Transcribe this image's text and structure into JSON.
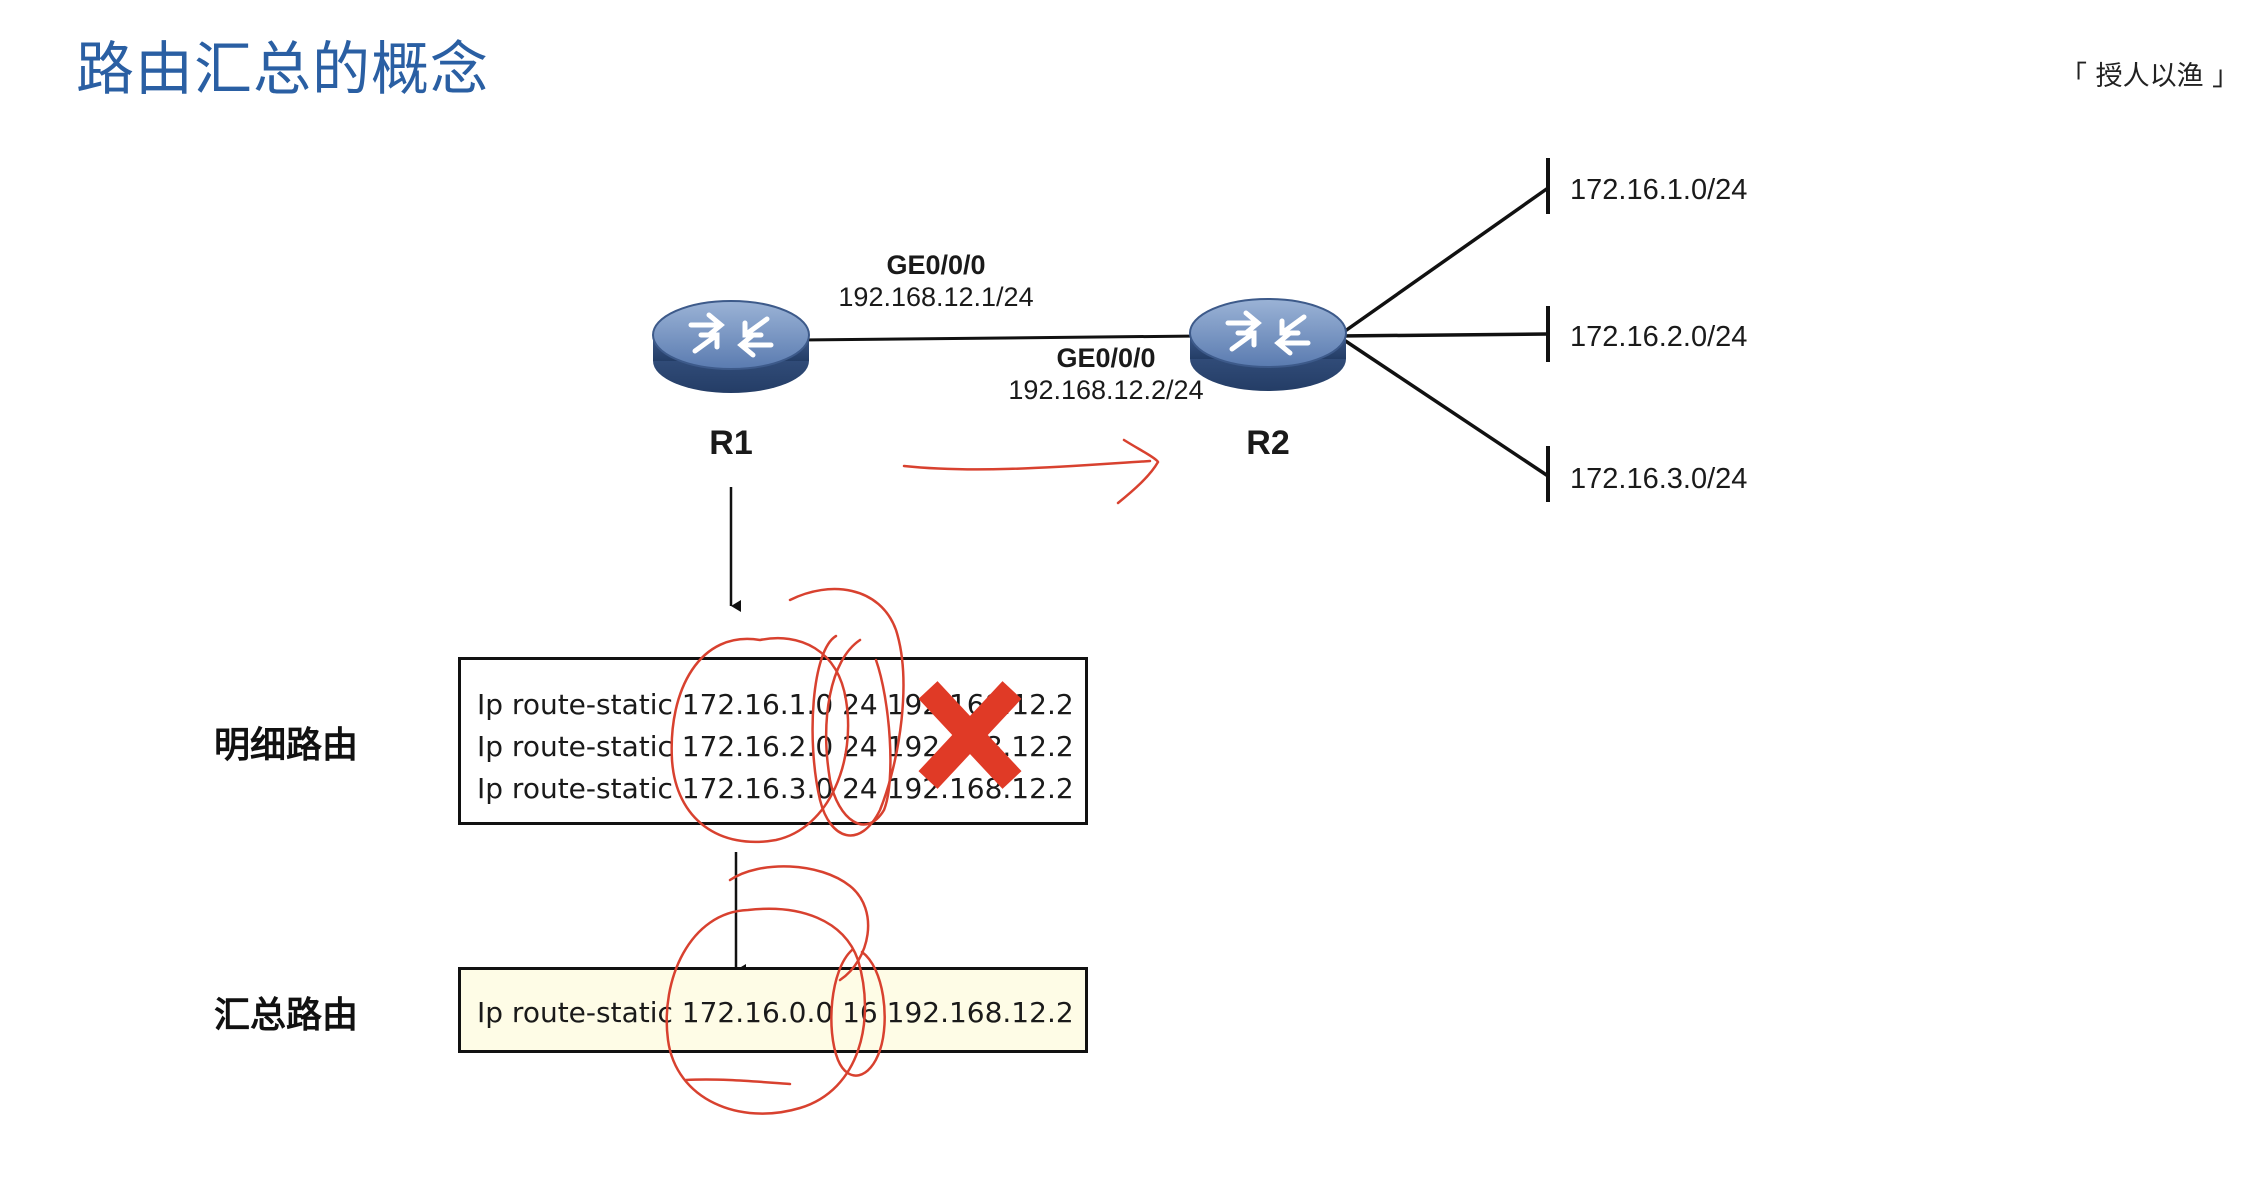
{
  "page": {
    "title": "路由汇总的概念",
    "brand_tag": "「 授人以渔 」"
  },
  "topology": {
    "routers": [
      {
        "name": "R1"
      },
      {
        "name": "R2"
      }
    ],
    "r1_interface": {
      "name": "GE0/0/0",
      "ip": "192.168.12.1/24"
    },
    "r2_interface": {
      "name": "GE0/0/0",
      "ip": "192.168.12.2/24"
    },
    "networks": [
      "172.16.1.0/24",
      "172.16.2.0/24",
      "172.16.3.0/24"
    ]
  },
  "detail_routes": {
    "label": "明细路由",
    "lines": [
      "Ip route-static 172.16.1.0 24 192.168.12.2",
      "Ip route-static 172.16.2.0 24 192.168.12.2",
      "Ip route-static 172.16.3.0 24 192.168.12.2"
    ]
  },
  "summary_route": {
    "label": "汇总路由",
    "line": "Ip route-static 172.16.0.0 16 192.168.12.2"
  },
  "colors": {
    "title": "#2a5fa3",
    "ink": "#d8412f",
    "summary_bg": "#fefce6",
    "router_body": "#5b79a8"
  }
}
